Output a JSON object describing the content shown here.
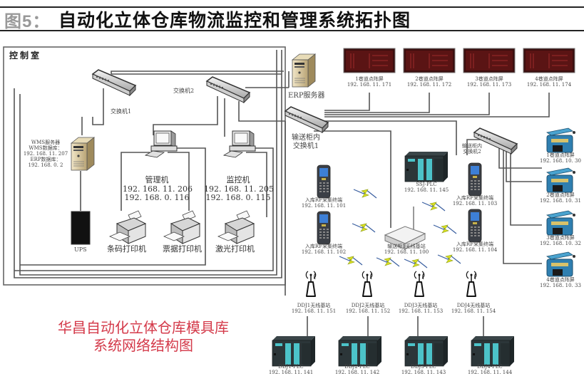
{
  "header": {
    "figure_label": "图5：",
    "title": "自动化立体仓库物流监控和管理系统拓扑图"
  },
  "control_room": {
    "label": "控制室",
    "switch1": "交换机1",
    "switch2": "交换机2",
    "wms_server": [
      "WMS服务器",
      "WMS数据库：",
      "192. 168. 11. 207",
      "ERP数据库：",
      "192. 168. 0. 2"
    ],
    "ups": "UPS",
    "management_pc": {
      "name": "管理机",
      "ip1": "192. 168. 11. 206",
      "ip2": "192. 168. 0. 116"
    },
    "monitor_pc": {
      "name": "监控机",
      "ip1": "192. 168. 11. 205",
      "ip2": "192. 168. 0. 115"
    },
    "printers": [
      "条码打印机",
      "票据打印机",
      "激光打印机"
    ]
  },
  "erp_server": "ERP服务器",
  "conveyor_switch1": [
    "输送柜内",
    "交换机1"
  ],
  "conveyor_switch2": [
    "输送柜内",
    "交换机2"
  ],
  "lane_displays_top": [
    {
      "name": "1巷道点阵屏",
      "ip": "192. 168. 11. 171"
    },
    {
      "name": "2巷道点阵屏",
      "ip": "192. 168. 11. 172"
    },
    {
      "name": "3巷道点阵屏",
      "ip": "192. 168. 11. 173"
    },
    {
      "name": "4巷道点阵屏",
      "ip": "192. 168. 11. 174"
    }
  ],
  "lane_displays_right": [
    {
      "name": "1巷道点阵屏",
      "ip": "192. 168. 10. 30"
    },
    {
      "name": "2巷道点阵屏",
      "ip": "192. 168. 10. 31"
    },
    {
      "name": "3巷道点阵屏",
      "ip": "192. 168. 10. 32"
    },
    {
      "name": "4巷道点阵屏",
      "ip": "192. 168. 10. 33"
    }
  ],
  "ssj_plc": {
    "name": "SSJ-PLC",
    "ip": "192. 168. 11. 145"
  },
  "rf_terminals": [
    {
      "name": "入库RF采集终端",
      "ip": "192. 168. 11. 101"
    },
    {
      "name": "入库RF采集终端",
      "ip": "192. 168. 11. 102"
    },
    {
      "name": "入库RF采集终端",
      "ip": "192. 168. 11. 103"
    },
    {
      "name": "入库RF采集终端",
      "ip": "192. 168. 11. 104"
    }
  ],
  "wireless_router": {
    "name": "输送柜1无线基站",
    "ip": "192. 168. 11. 100"
  },
  "base_stations": [
    {
      "name": "DDJ1无线基站",
      "ip": "192. 168. 11. 151"
    },
    {
      "name": "DDJ2无线基站",
      "ip": "192. 168. 11. 152"
    },
    {
      "name": "DDJ3无线基站",
      "ip": "192. 168. 11. 153"
    },
    {
      "name": "DDJ4无线基站",
      "ip": "192. 168. 11. 154"
    }
  ],
  "plcs": [
    {
      "name": "DDJ1-PLC",
      "ip": "192. 168. 11. 141"
    },
    {
      "name": "DDJ2-PLC",
      "ip": "192. 168. 11. 142"
    },
    {
      "name": "DDJ3-PLC",
      "ip": "192. 168. 11. 143"
    },
    {
      "name": "DDJ4-PLC",
      "ip": "192. 168. 11. 144"
    }
  ],
  "caption": [
    "华昌自动化立体仓库模具库",
    "系统网络结构图"
  ],
  "colors": {
    "caption_red": "#d43a4a",
    "plc_teal": "#4cc3c9",
    "display_red": "#5a1010",
    "scanner_blue": "#2f7fb0",
    "wireless_yellow": "#d9e021"
  }
}
